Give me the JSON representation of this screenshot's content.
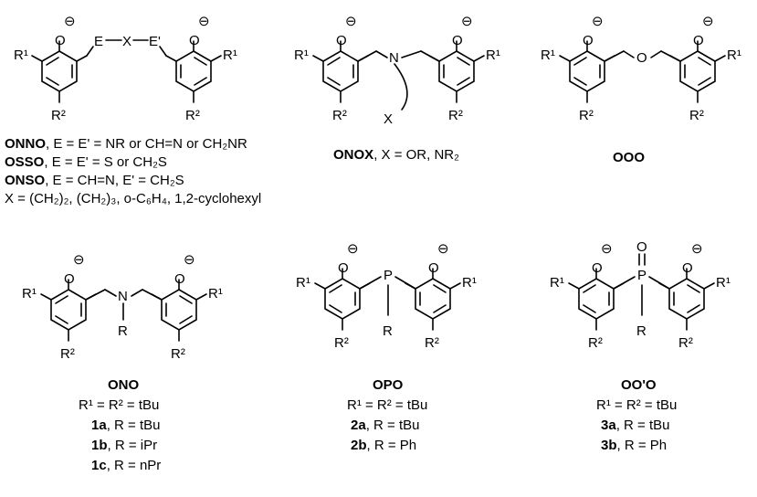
{
  "atoms": {
    "phenoxide_O": "O",
    "minus": "⊖",
    "R1": "R¹",
    "R2": "R²",
    "E": "E",
    "X": "X",
    "Eprime": "E'",
    "N": "N",
    "O": "O",
    "P": "P",
    "R": "R"
  },
  "captions": {
    "onno": {
      "name": "ONNO",
      "text": ", E  = E' = NR or CH=N or CH₂NR"
    },
    "osso": {
      "name": "OSSO",
      "text": ", E = E' = S or CH₂S"
    },
    "onso": {
      "name": "ONSO",
      "text": ", E = CH=N, E' = CH₂S"
    },
    "x_def": "X = (CH₂)₂, (CH₂)₃, o-C₆H₄, 1,2-cyclohexyl",
    "onox": {
      "name": "ONOX",
      "text": ", X = OR, NR₂"
    },
    "ooo": "OOO",
    "ono": "ONO",
    "opo": "OPO",
    "oo_o": "OO'O",
    "row1": "R¹ = R² = tBu",
    "row2": "R¹ = R² = tBu",
    "row3": "R¹ = R² = tBu",
    "c1a": {
      "id": "1a",
      "text": ", R = tBu"
    },
    "c1b": {
      "id": "1b",
      "text": ", R = iPr"
    },
    "c1c": {
      "id": "1c",
      "text": ", R = nPr"
    },
    "c2a": {
      "id": "2a",
      "text": ", R = tBu"
    },
    "c2b": {
      "id": "2b",
      "text": ", R = Ph"
    },
    "c3a": {
      "id": "3a",
      "text": ", R = tBu"
    },
    "c3b": {
      "id": "3b",
      "text": ", R = Ph"
    }
  }
}
